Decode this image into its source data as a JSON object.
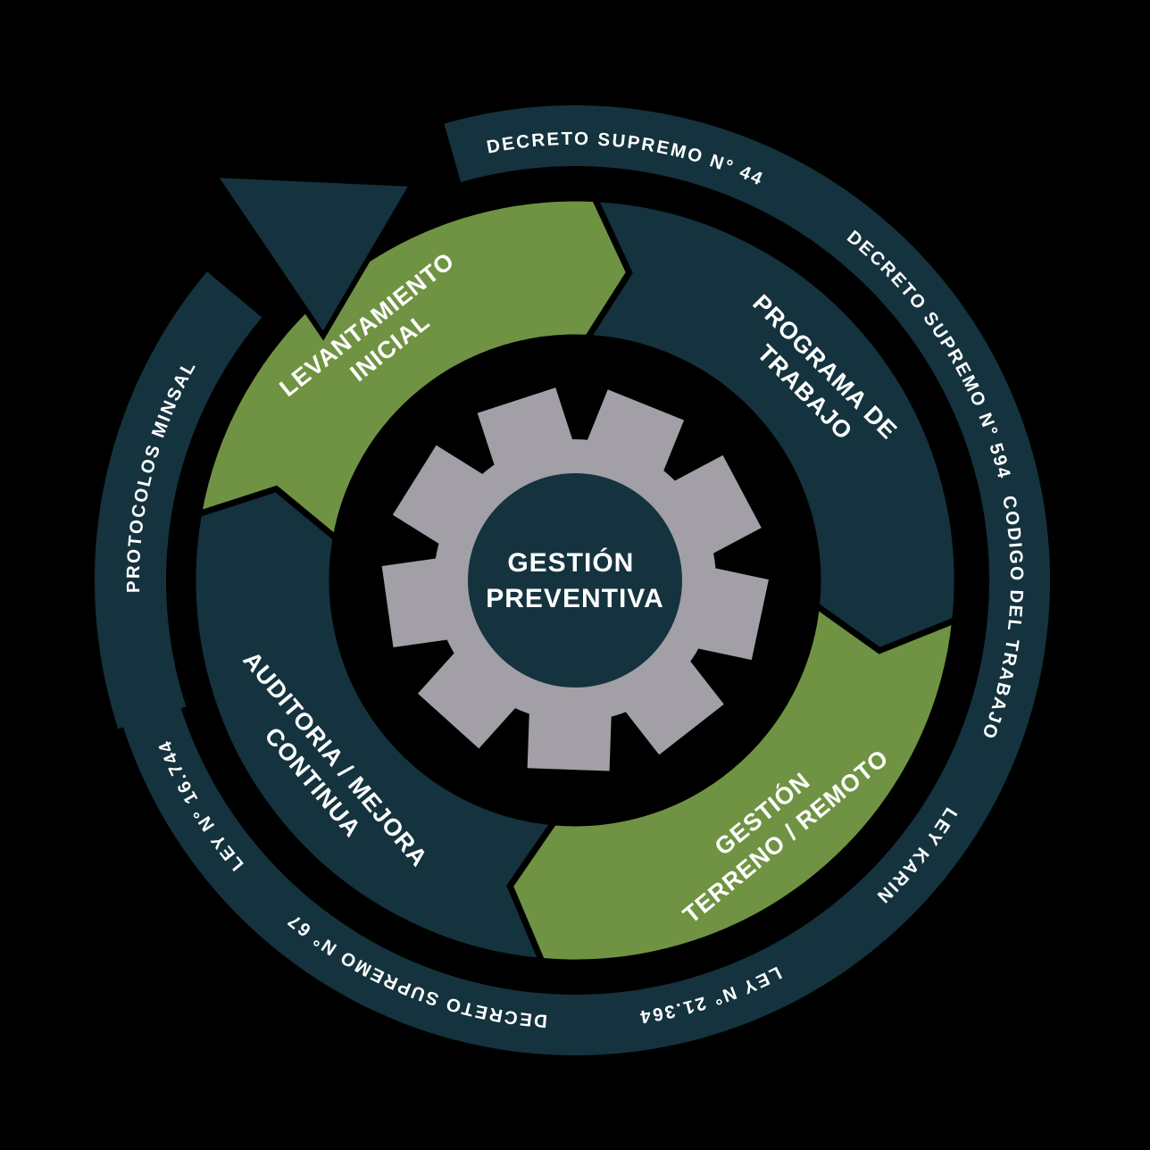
{
  "colors": {
    "background": "#000000",
    "dark": "#14333E",
    "green": "#6F9342",
    "gear_gray": "#A39FA7",
    "text_white": "#FFFFFF"
  },
  "center_hub": {
    "line1": "GESTIÓN",
    "line2": "PREVENTIVA"
  },
  "cycle_segments": [
    {
      "name": "levantamiento-inicial",
      "line1": "LEVANTAMIENTO",
      "line2": "INICIAL",
      "color": "#6F9342"
    },
    {
      "name": "programa-de-trabajo",
      "line1": "PROGRAMA DE",
      "line2": "TRABAJO",
      "color": "#14333E"
    },
    {
      "name": "gestion-terreno-remoto",
      "line1": "GESTIÓN",
      "line2": "TERRENO / REMOTO",
      "color": "#6F9342"
    },
    {
      "name": "auditoria-mejora-continua",
      "line1": "AUDITORIA / MEJORA",
      "line2": "CONTINUA",
      "color": "#14333E"
    }
  ],
  "outer_ring_labels": [
    "DECRETO SUPREMO N° 44",
    "DECRETO SUPREMO N° 594",
    "CODIGO DEL TRABAJO",
    "LEY KARIN",
    "LEY N° 21.364",
    "DECRETO SUPREMO N° 67",
    "LEY N° 16.744",
    "PROTOCOLOS MINSAL"
  ]
}
